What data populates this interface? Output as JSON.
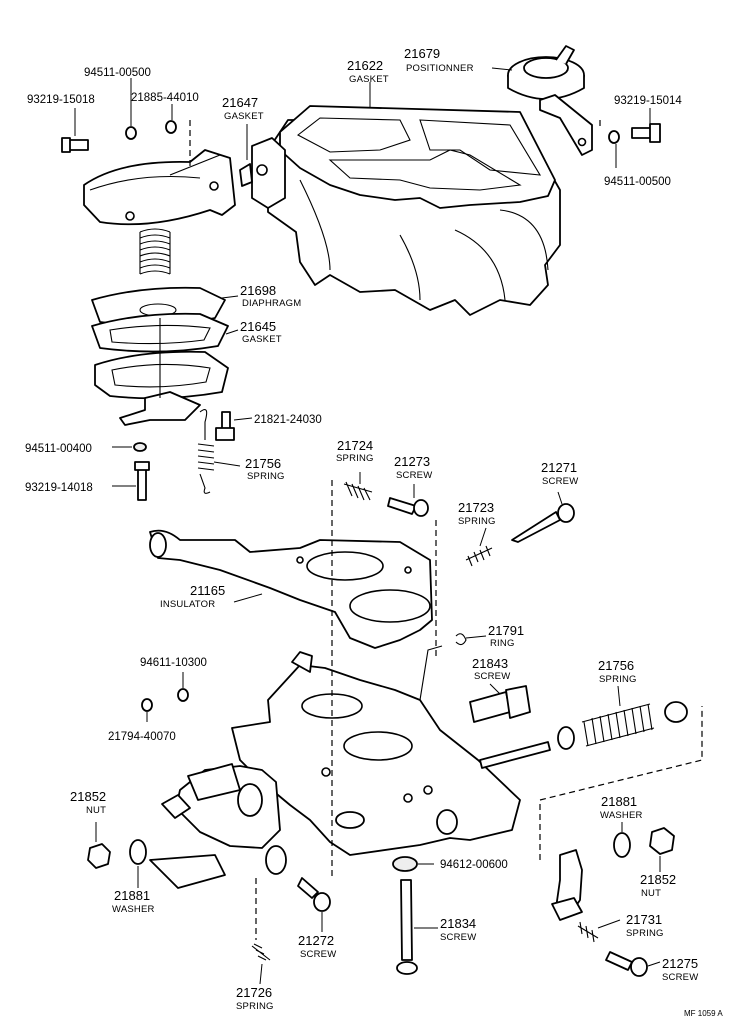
{
  "parts": {
    "p21679": {
      "number": "21679",
      "name": "POSITIONNER"
    },
    "p21622": {
      "number": "21622",
      "name": "GASKET"
    },
    "p94511_00500_top": {
      "number": "94511-00500"
    },
    "p93219_15018": {
      "number": "93219-15018"
    },
    "p21885_44010": {
      "number": "21885-44010"
    },
    "p21647": {
      "number": "21647",
      "name": "GASKET"
    },
    "p93219_15014": {
      "number": "93219-15014"
    },
    "p94511_00500_right": {
      "number": "94511-00500"
    },
    "p21698": {
      "number": "21698",
      "name": "DIAPHRAGM"
    },
    "p21645": {
      "number": "21645",
      "name": "GASKET"
    },
    "p21821_24030": {
      "number": "21821-24030"
    },
    "p94511_00400": {
      "number": "94511-00400"
    },
    "p21756_upper": {
      "number": "21756",
      "name": "SPRING"
    },
    "p93219_14018": {
      "number": "93219-14018"
    },
    "p21724": {
      "number": "21724",
      "name": "SPRING"
    },
    "p21273": {
      "number": "21273",
      "name": "SCREW"
    },
    "p21271": {
      "number": "21271",
      "name": "SCREW"
    },
    "p21723": {
      "number": "21723",
      "name": "SPRING"
    },
    "p21165": {
      "number": "21165",
      "name": "INSULATOR"
    },
    "p21791": {
      "number": "21791",
      "name": "RING"
    },
    "p94611_10300": {
      "number": "94611-10300"
    },
    "p21843": {
      "number": "21843",
      "name": "SCREW"
    },
    "p21756_lower": {
      "number": "21756",
      "name": "SPRING"
    },
    "p21794_40070": {
      "number": "21794-40070"
    },
    "p21852_left": {
      "number": "21852",
      "name": "NUT"
    },
    "p21881_right": {
      "number": "21881",
      "name": "WASHER"
    },
    "p94612_00600": {
      "number": "94612-00600"
    },
    "p21852_right": {
      "number": "21852",
      "name": "NUT"
    },
    "p21881_left": {
      "number": "21881",
      "name": "WASHER"
    },
    "p21834": {
      "number": "21834",
      "name": "SCREW"
    },
    "p21731": {
      "number": "21731",
      "name": "SPRING"
    },
    "p21272": {
      "number": "21272",
      "name": "SCREW"
    },
    "p21275": {
      "number": "21275",
      "name": "SCREW"
    },
    "p21726": {
      "number": "21726",
      "name": "SPRING"
    }
  },
  "footer": {
    "code": "MF  1059 A"
  }
}
